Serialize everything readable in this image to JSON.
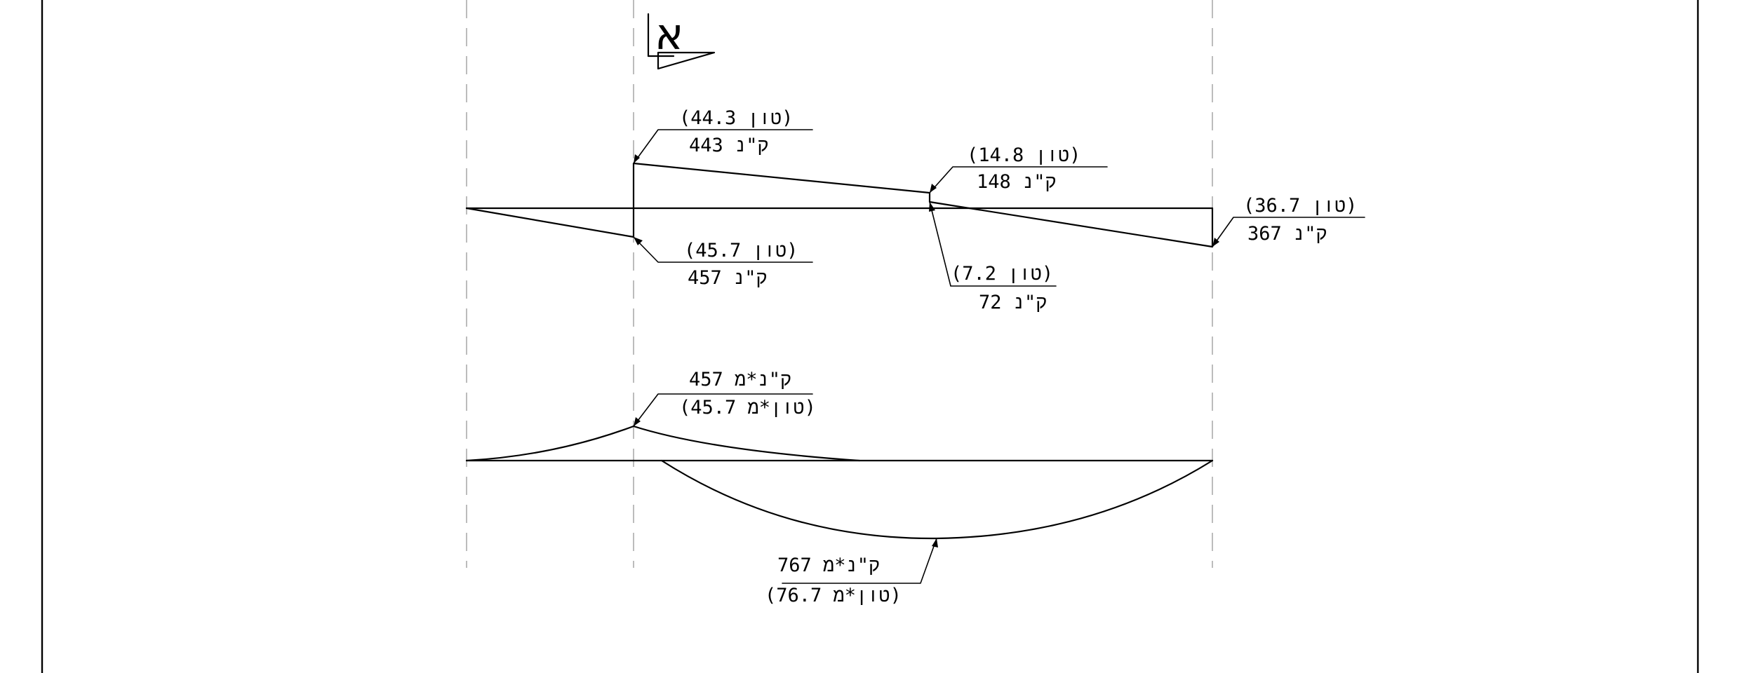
{
  "section_mark": "א",
  "shear_labels": {
    "left_top": {
      "ton": "(טון 44.3)",
      "kn": "443 ק\"נ"
    },
    "left_bottom": {
      "ton": "(טון 45.7)",
      "kn": "457 ק\"נ"
    },
    "middle_top": {
      "ton": "(טון 14.8)",
      "kn": "148 ק\"נ"
    },
    "middle_bottom": {
      "ton": "(טון 7.2)",
      "kn": "72 ק\"נ"
    },
    "right": {
      "ton": "(טון 36.7)",
      "kn": "367 ק\"נ"
    }
  },
  "moment_labels": {
    "support": {
      "kn": "457 ק\"נ*מ",
      "ton": "(טון*מ 45.7)"
    },
    "midspan": {
      "kn": "767 ק\"נ*מ",
      "ton": "(טון*מ 76.7)"
    }
  }
}
